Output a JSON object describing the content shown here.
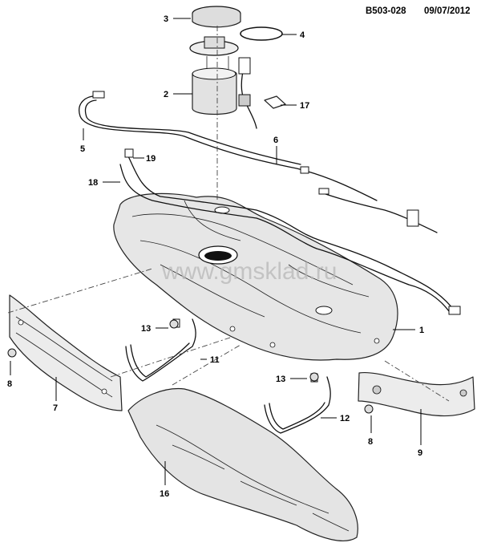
{
  "header": {
    "code": "B503-028",
    "date": "09/07/2012"
  },
  "watermark": "www.gmsklad.ru",
  "callouts": {
    "c1": "1",
    "c2": "2",
    "c3": "3",
    "c4": "4",
    "c5": "5",
    "c6": "6",
    "c7": "7",
    "c8a": "8",
    "c8b": "8",
    "c9": "9",
    "c11": "11",
    "c12": "12",
    "c13a": "13",
    "c13b": "13",
    "c16": "16",
    "c17": "17",
    "c18": "18",
    "c19": "19"
  }
}
